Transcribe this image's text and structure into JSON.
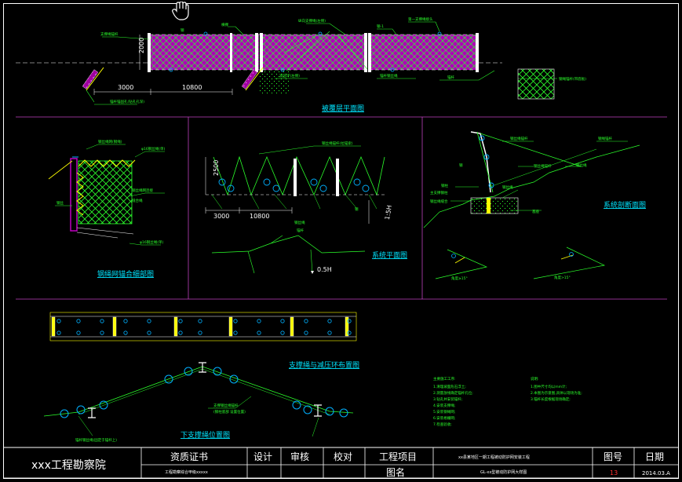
{
  "drawing": {
    "views": {
      "plan_title": "被覆层平面图",
      "net_detail_title": "钢绳网锚合细部图",
      "anchor_plan_title": "系统平面图",
      "section_title": "系统剖断面图",
      "support_layout_title": "支撑绳与减压环布置图",
      "lower_support_title": "下支撑绳位置图"
    },
    "dimensions": {
      "plan_height": "2000",
      "plan_span_a": "3000",
      "plan_span_b": "10800",
      "anchor_span_a": "3000",
      "anchor_span_b": "10800",
      "anchor_depth": "2500",
      "anchor_len": "1:5H",
      "slope_note": "0.5H",
      "angle_a": "角度≥15°",
      "angle_b": "角度>15°"
    },
    "notes_left": {
      "title": "主要施工工序:",
      "items": [
        "1.清理坡面危石浮土;",
        "2.测量放线确定锚杆孔位;",
        "3.钻孔并安装锚杆;",
        "4.安装支撑绳;",
        "5.安装钢绳网;",
        "6.安装格栅网;",
        "7.检查验收;"
      ]
    },
    "notes_right": {
      "title": "说明:",
      "items": [
        "1.图中尺寸均以mm计;",
        "2.本图为示意图,具体以现场为准;",
        "3.锚杆长度根据现场确定;"
      ]
    }
  },
  "title_block": {
    "institute": "xxx工程勘察院",
    "cert_label": "资质证书",
    "cert_value": "工程勘察综合甲级xxxxx",
    "design_label": "设计",
    "review_label": "审核",
    "check_label": "校对",
    "project_label": "工程项目",
    "project_value": "xx县某地区一期工程被动防护网安装工程",
    "drawing_name_label": "图名",
    "drawing_name_value": "GL-xx型被动防护网大样图",
    "drawing_no_label": "图号",
    "drawing_no_value": "13",
    "date_label": "日期",
    "date_value": "2014.03.A"
  },
  "colors": {
    "background": "#000000",
    "frame": "#ffffff",
    "divider": "#c040c0",
    "net_fill": "#c000c0",
    "net_lines": "#2bff2b",
    "post": "#ffffff",
    "anchor_ring": "#00b0ff",
    "dimension": "#ffffff",
    "label_title": "#00e5ff",
    "annotation": "#2bff2b",
    "slope": "#ffff00",
    "number_red": "#ff3030"
  },
  "icons": {
    "cursor": "hand-cursor-icon"
  }
}
